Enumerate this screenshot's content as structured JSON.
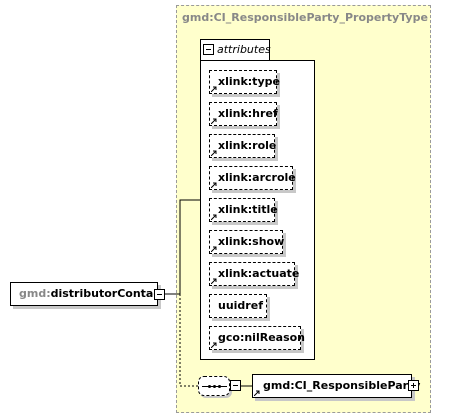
{
  "diagram": {
    "type_name": "gmd:CI_ResponsibleParty_PropertyType",
    "attributes_label": "attributes",
    "attributes": [
      "xlink:type",
      "xlink:href",
      "xlink:role",
      "xlink:arcrole",
      "xlink:title",
      "xlink:show",
      "xlink:actuate",
      "uuidref",
      "gco:nilReason"
    ],
    "root_element": {
      "prefix": "gmd:",
      "name": "distributorContact"
    },
    "child_element": "gmd:CI_ResponsibleParty",
    "colors": {
      "type_background": "#ffffcc",
      "prefix": "#888888",
      "shadow": "#c8c8c8"
    }
  }
}
